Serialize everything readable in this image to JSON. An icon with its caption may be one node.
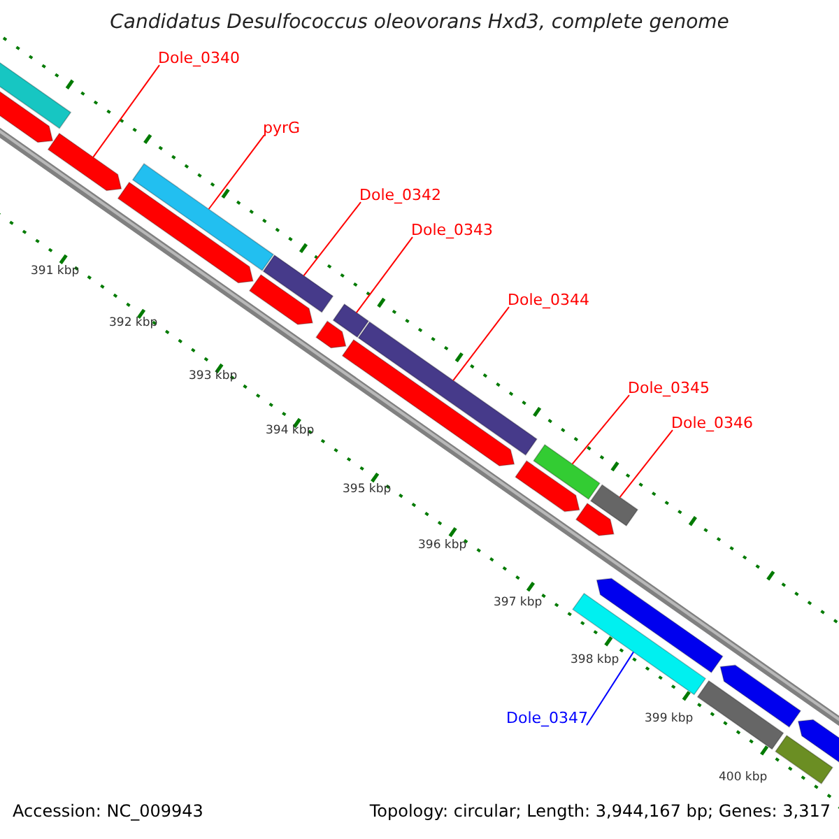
{
  "diagram": {
    "title": "Candidatus Desulfococcus oleovorans Hxd3, complete genome",
    "nodes": [
      {
        "text": [
          "Dole_0340"
        ]
      },
      {
        "text": [
          "pyrG"
        ]
      },
      {
        "text": [
          "Dole_0342"
        ]
      },
      {
        "text": [
          "Dole_0343"
        ]
      },
      {
        "text": [
          "Dole_0344"
        ]
      },
      {
        "text": [
          "Dole_0345"
        ]
      },
      {
        "text": [
          "Dole_0346"
        ]
      },
      {
        "text": [
          "Dole_0347"
        ]
      },
      {
        "text": [],
        "shape": "bar"
      },
      {
        "text": [],
        "shape": "arrow"
      },
      {
        "text": [],
        "shape": "arrow"
      },
      {
        "text": [],
        "shape": "arrow"
      },
      {
        "text": [],
        "shape": "bar"
      },
      {
        "text": [],
        "shape": "bar"
      },
      {
        "text": [],
        "shape": "arrow"
      },
      {
        "text": [],
        "shape": "arrow"
      },
      {
        "text": [],
        "shape": "bar"
      },
      {
        "text": [],
        "shape": "arrow"
      },
      {
        "text": [],
        "shape": "bar"
      },
      {
        "text": [],
        "shape": "arrow"
      },
      {
        "text": [],
        "shape": "bar"
      },
      {
        "text": [],
        "shape": "arrow"
      },
      {
        "text": [],
        "shape": "bar"
      },
      {
        "text": [],
        "shape": "bar"
      },
      {
        "text": [],
        "shape": "arrow"
      },
      {
        "text": [],
        "shape": "bar"
      },
      {
        "text": [],
        "shape": "arrow"
      },
      {
        "text": [],
        "shape": "bar"
      },
      {
        "text": [],
        "shape": "arrow"
      }
    ],
    "edges": [
      {
        "from": 0,
        "to": 10,
        "arrow": "none"
      },
      {
        "from": 1,
        "to": 12,
        "arrow": "none"
      },
      {
        "from": 2,
        "to": 13,
        "arrow": "none"
      },
      {
        "from": 3,
        "to": 16,
        "arrow": "none"
      },
      {
        "from": 4,
        "to": 18,
        "arrow": "none"
      },
      {
        "from": 5,
        "to": 20,
        "arrow": "none"
      },
      {
        "from": 6,
        "to": 22,
        "arrow": "none"
      },
      {
        "from": 7,
        "to": 23,
        "arrow": "none",
        "color": "#0000ff"
      }
    ],
    "labels": [
      "391 kbp",
      "392 kbp",
      "393 kbp",
      "394 kbp",
      "395 kbp",
      "396 kbp",
      "397 kbp",
      "398 kbp",
      "399 kbp",
      "400 kbp",
      "Accession: NC_009943",
      "Topology: circular; Length: 3,944,167 bp; Genes: 3,317"
    ]
  }
}
